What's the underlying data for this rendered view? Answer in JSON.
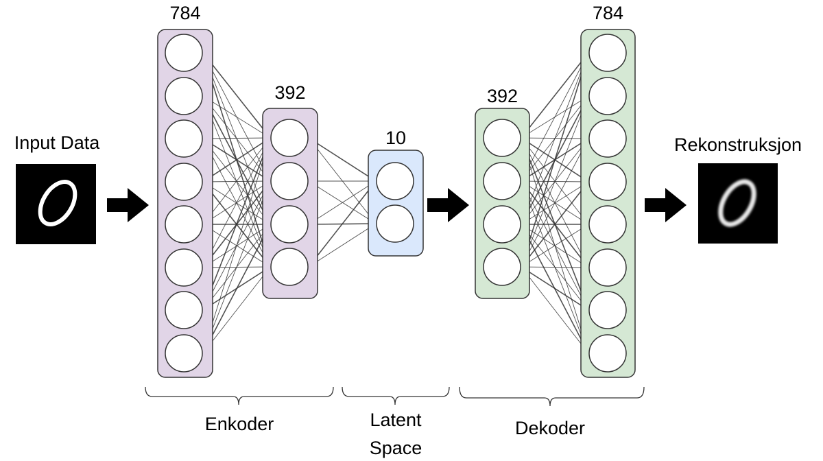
{
  "diagram": {
    "title": "Autoencoder",
    "input_label": "Input Data",
    "output_label": "Rekonstruksjon",
    "input_image": "mnist-digit-zero",
    "output_image": "mnist-digit-zero-reconstructed",
    "layers": [
      {
        "id": "enc784",
        "size_label": "784",
        "nodes": 8,
        "fill": "#e1d5e7",
        "stroke": "#333333"
      },
      {
        "id": "enc392",
        "size_label": "392",
        "nodes": 4,
        "fill": "#e1d5e7",
        "stroke": "#333333"
      },
      {
        "id": "latent10",
        "size_label": "10",
        "nodes": 2,
        "fill": "#dae8fc",
        "stroke": "#333333"
      },
      {
        "id": "dec392",
        "size_label": "392",
        "nodes": 4,
        "fill": "#d5e8d4",
        "stroke": "#333333"
      },
      {
        "id": "dec784",
        "size_label": "784",
        "nodes": 8,
        "fill": "#d5e8d4",
        "stroke": "#333333"
      }
    ],
    "connections": [
      {
        "from": "enc784",
        "to": "enc392",
        "type": "fully-connected"
      },
      {
        "from": "enc392",
        "to": "latent10",
        "type": "fully-connected"
      },
      {
        "from": "dec392",
        "to": "dec784",
        "type": "fully-connected"
      }
    ],
    "arrows": [
      "input-to-encoder",
      "latent-to-decoder",
      "decoder-to-output"
    ],
    "groups": [
      {
        "label_lines": [
          "Enkoder"
        ]
      },
      {
        "label_lines": [
          "Latent",
          "Space"
        ]
      },
      {
        "label_lines": [
          "Dekoder"
        ]
      }
    ]
  }
}
